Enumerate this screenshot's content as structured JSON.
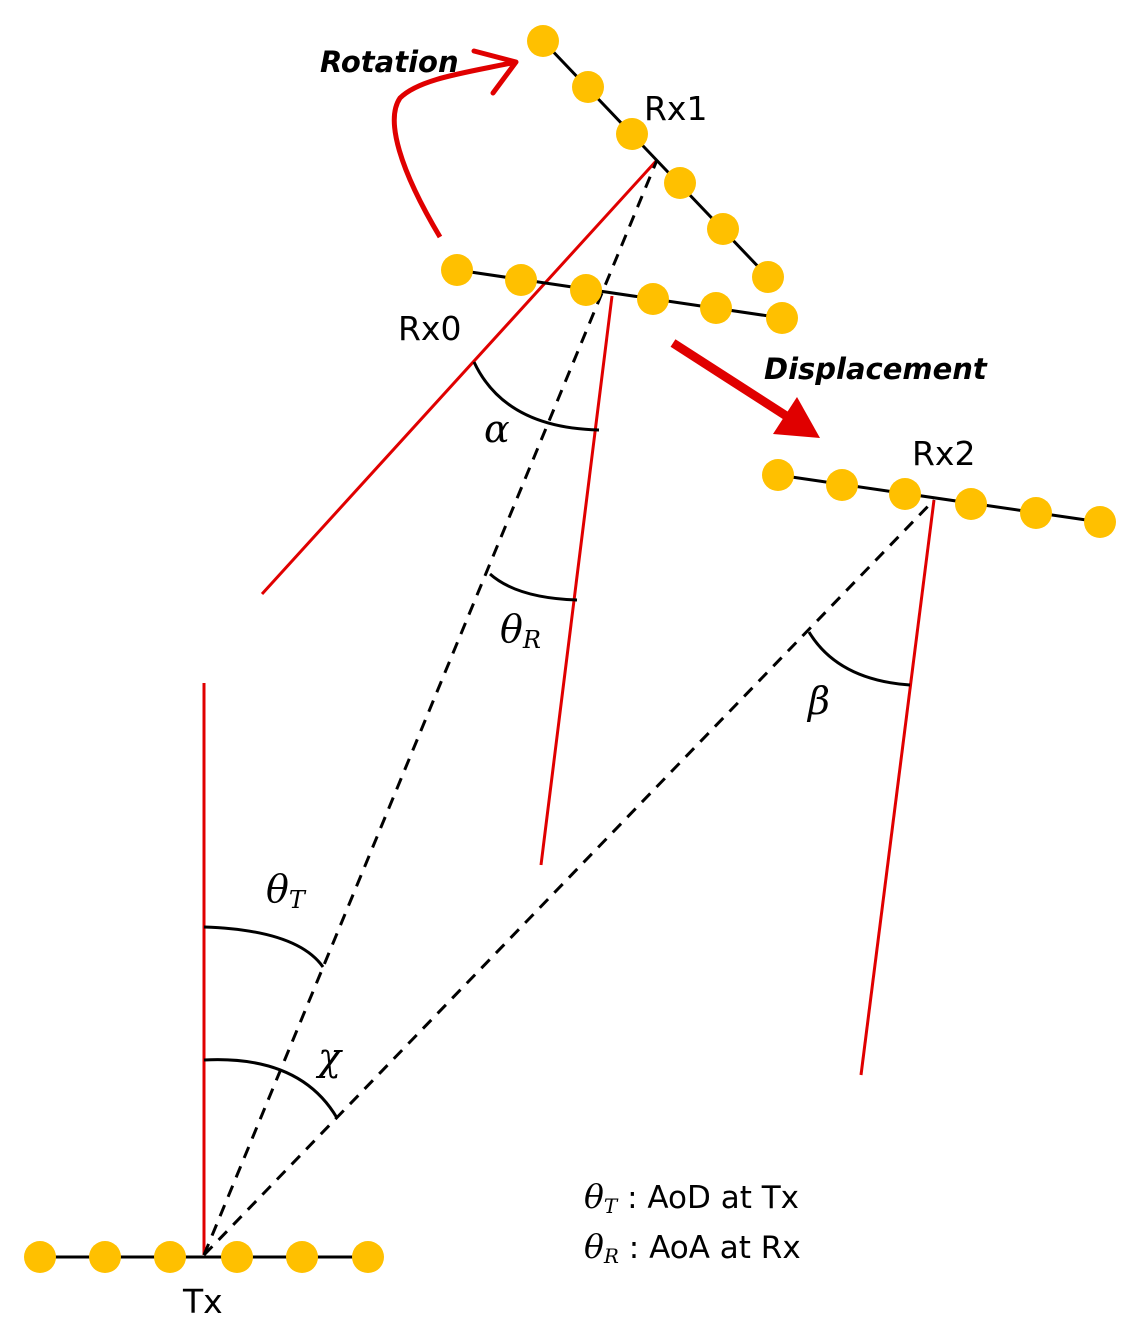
{
  "labels": {
    "rx0": "Rx0",
    "rx1": "Rx1",
    "rx2": "Rx2",
    "tx": "Tx",
    "rotation": "Rotation",
    "displacement": "Displacement"
  },
  "angles": {
    "alpha": "α",
    "beta": "β",
    "chi": "χ",
    "theta": "θ",
    "theta_t_sub": "T",
    "theta_r_sub": "R"
  },
  "legend": [
    {
      "symbol": "θ",
      "sub": "T",
      "text": " : AoD at Tx"
    },
    {
      "symbol": "θ",
      "sub": "R",
      "text": " : AoA at Rx"
    }
  ],
  "colors": {
    "antenna": "#FFC000",
    "reference_line": "#E00000",
    "arrow": "#E00000",
    "path": "#000000"
  }
}
